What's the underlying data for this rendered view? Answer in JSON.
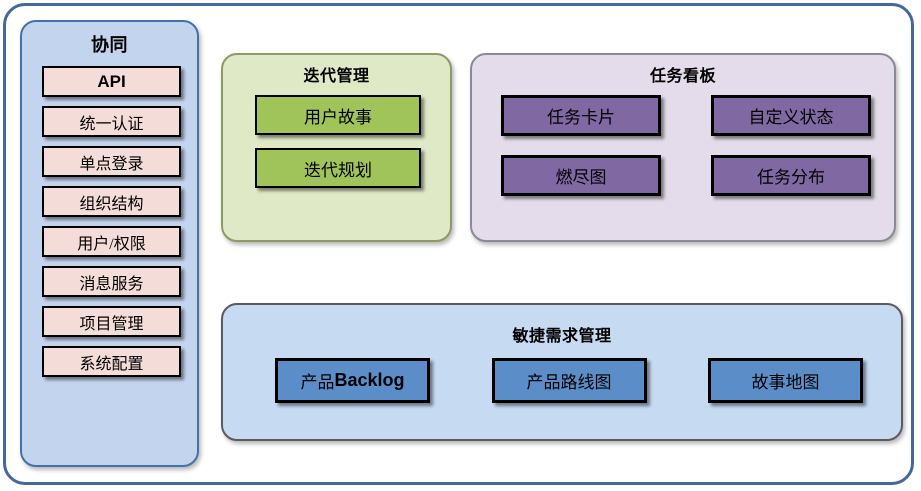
{
  "diagram": {
    "title": "协同",
    "sidebar": {
      "title": "协同",
      "items": [
        {
          "label": "API",
          "style": "bold"
        },
        {
          "label": "统一认证",
          "style": "normal"
        },
        {
          "label": "单点登录",
          "style": "normal"
        },
        {
          "label": "组织结构",
          "style": "normal"
        },
        {
          "label": "用户/权限",
          "style": "normal"
        },
        {
          "label": "消息服务",
          "style": "normal"
        },
        {
          "label": "项目管理",
          "style": "normal"
        },
        {
          "label": "系统配置",
          "style": "normal"
        }
      ]
    },
    "iteration": {
      "title": "迭代管理",
      "items": [
        {
          "label": "用户故事"
        },
        {
          "label": "迭代规划"
        }
      ]
    },
    "taskboard": {
      "title": "任务看板",
      "rows": [
        [
          {
            "label": "任务卡片"
          },
          {
            "label": "自定义状态"
          }
        ],
        [
          {
            "label": "燃尽图"
          },
          {
            "label": "任务分布"
          }
        ]
      ]
    },
    "agile": {
      "title": "敏捷需求管理",
      "items": [
        {
          "label_prefix": "产品",
          "label_bold": "Backlog",
          "label": "产品Backlog"
        },
        {
          "label": "产品路线图"
        },
        {
          "label": "故事地图"
        }
      ]
    },
    "colors": {
      "frame_border": "#43699c",
      "sidebar_bg": "#c3d5ee",
      "sidebar_border": "#4472a8",
      "sidebar_item_bg": "#f4ddd9",
      "iteration_bg": "#dfe9c6",
      "iteration_border": "#8c9b63",
      "green_box": "#a0c459",
      "taskboard_bg": "#e4dceb",
      "taskboard_border": "#8a8a96",
      "purple_box": "#8068a3",
      "agile_bg": "#c6daf1",
      "agile_border": "#5a5a60",
      "blue_box": "#5b8ec9",
      "box_border": "#000000"
    }
  }
}
